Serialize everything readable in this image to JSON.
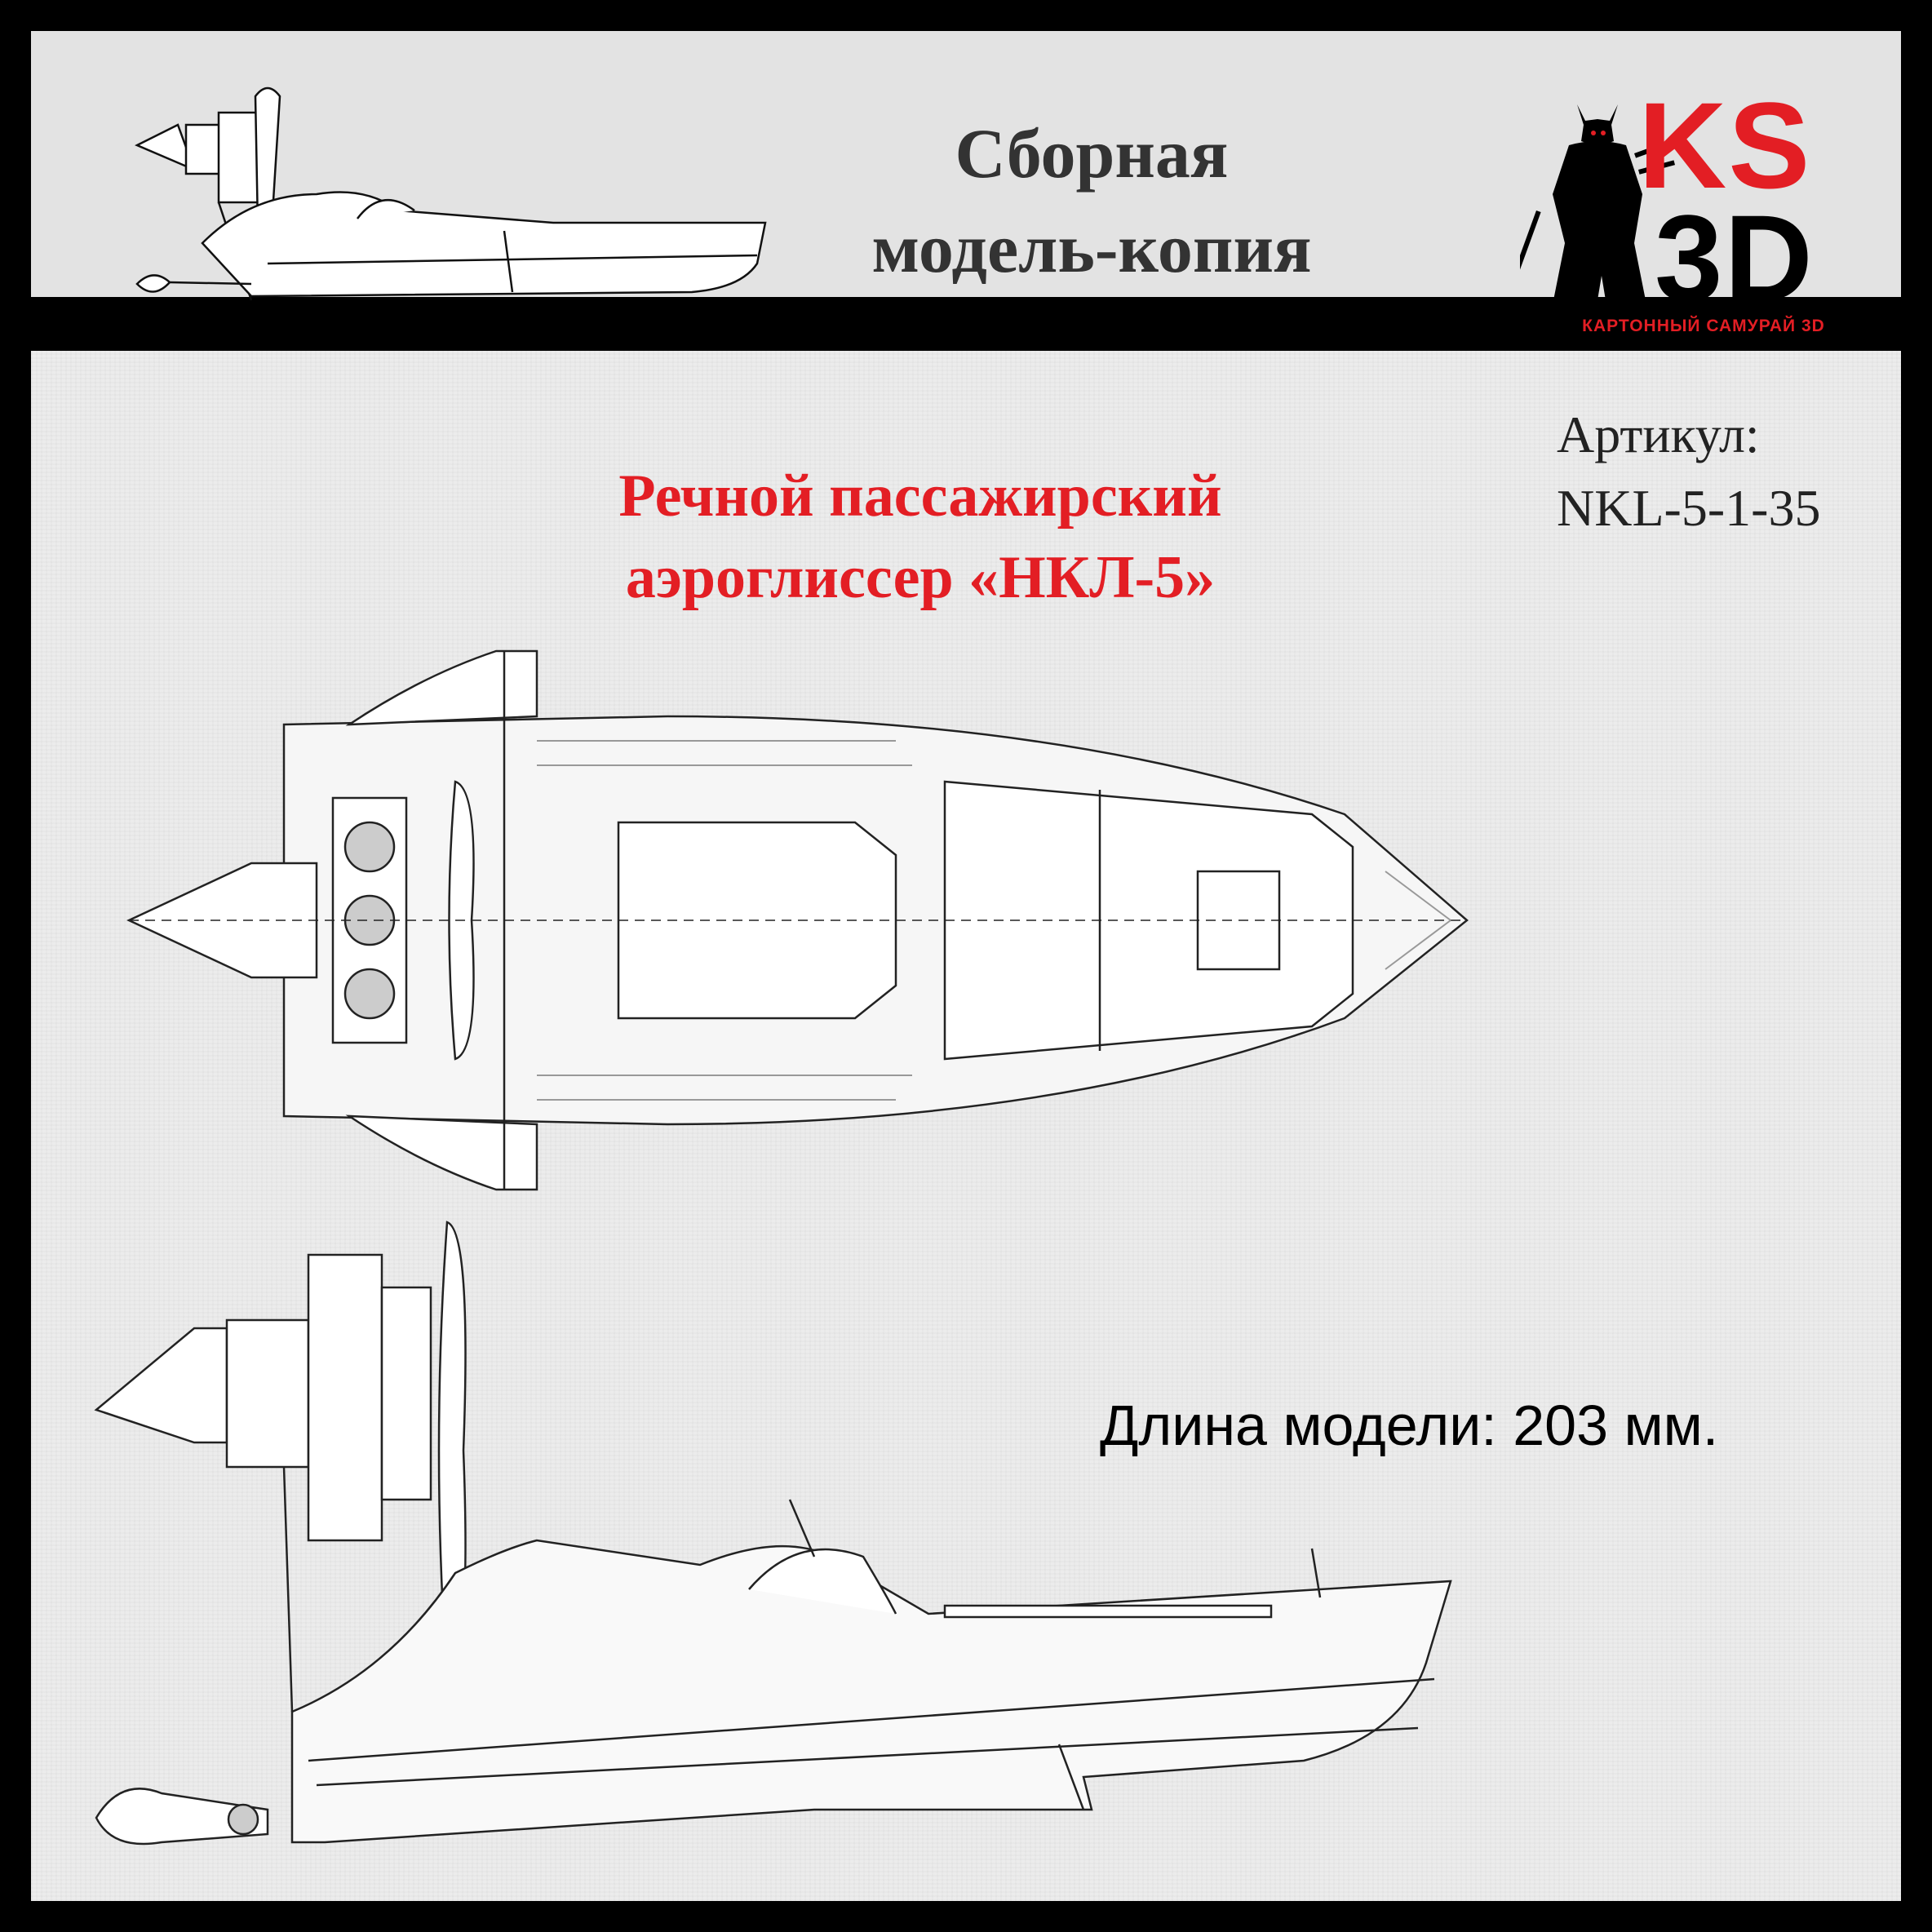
{
  "header": {
    "title_line1": "Сборная",
    "title_line2": "модель-копия"
  },
  "logo": {
    "brand_line1": "KS",
    "brand_line2": "3D",
    "tagline": "КАРТОННЫЙ САМУРАЙ 3D",
    "brand_color": "#e31e24"
  },
  "article": {
    "label": "Артикул:",
    "code": "NKL-5-1-35"
  },
  "product": {
    "line1": "Речной пассажирский",
    "line2": "аэроглиссер «НКЛ-5»"
  },
  "spec": {
    "length": "Длина модели: 203 мм."
  }
}
